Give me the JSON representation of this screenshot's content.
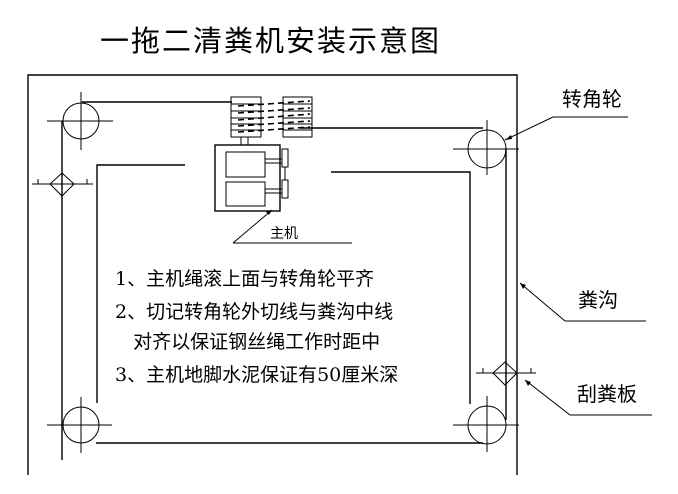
{
  "title": "一拖二清粪机安装示意图",
  "labels": {
    "corner_wheel": "转角轮",
    "manure_trench": "粪沟",
    "scraper": "刮粪板",
    "main_machine": "主机"
  },
  "notes": [
    "1、主机绳滚上面与转角轮平齐",
    "2、切记转角轮外切线与粪沟中线",
    "   对齐以保证钢丝绳工作时距中",
    "3、主机地脚水泥保证有50厘米深"
  ]
}
